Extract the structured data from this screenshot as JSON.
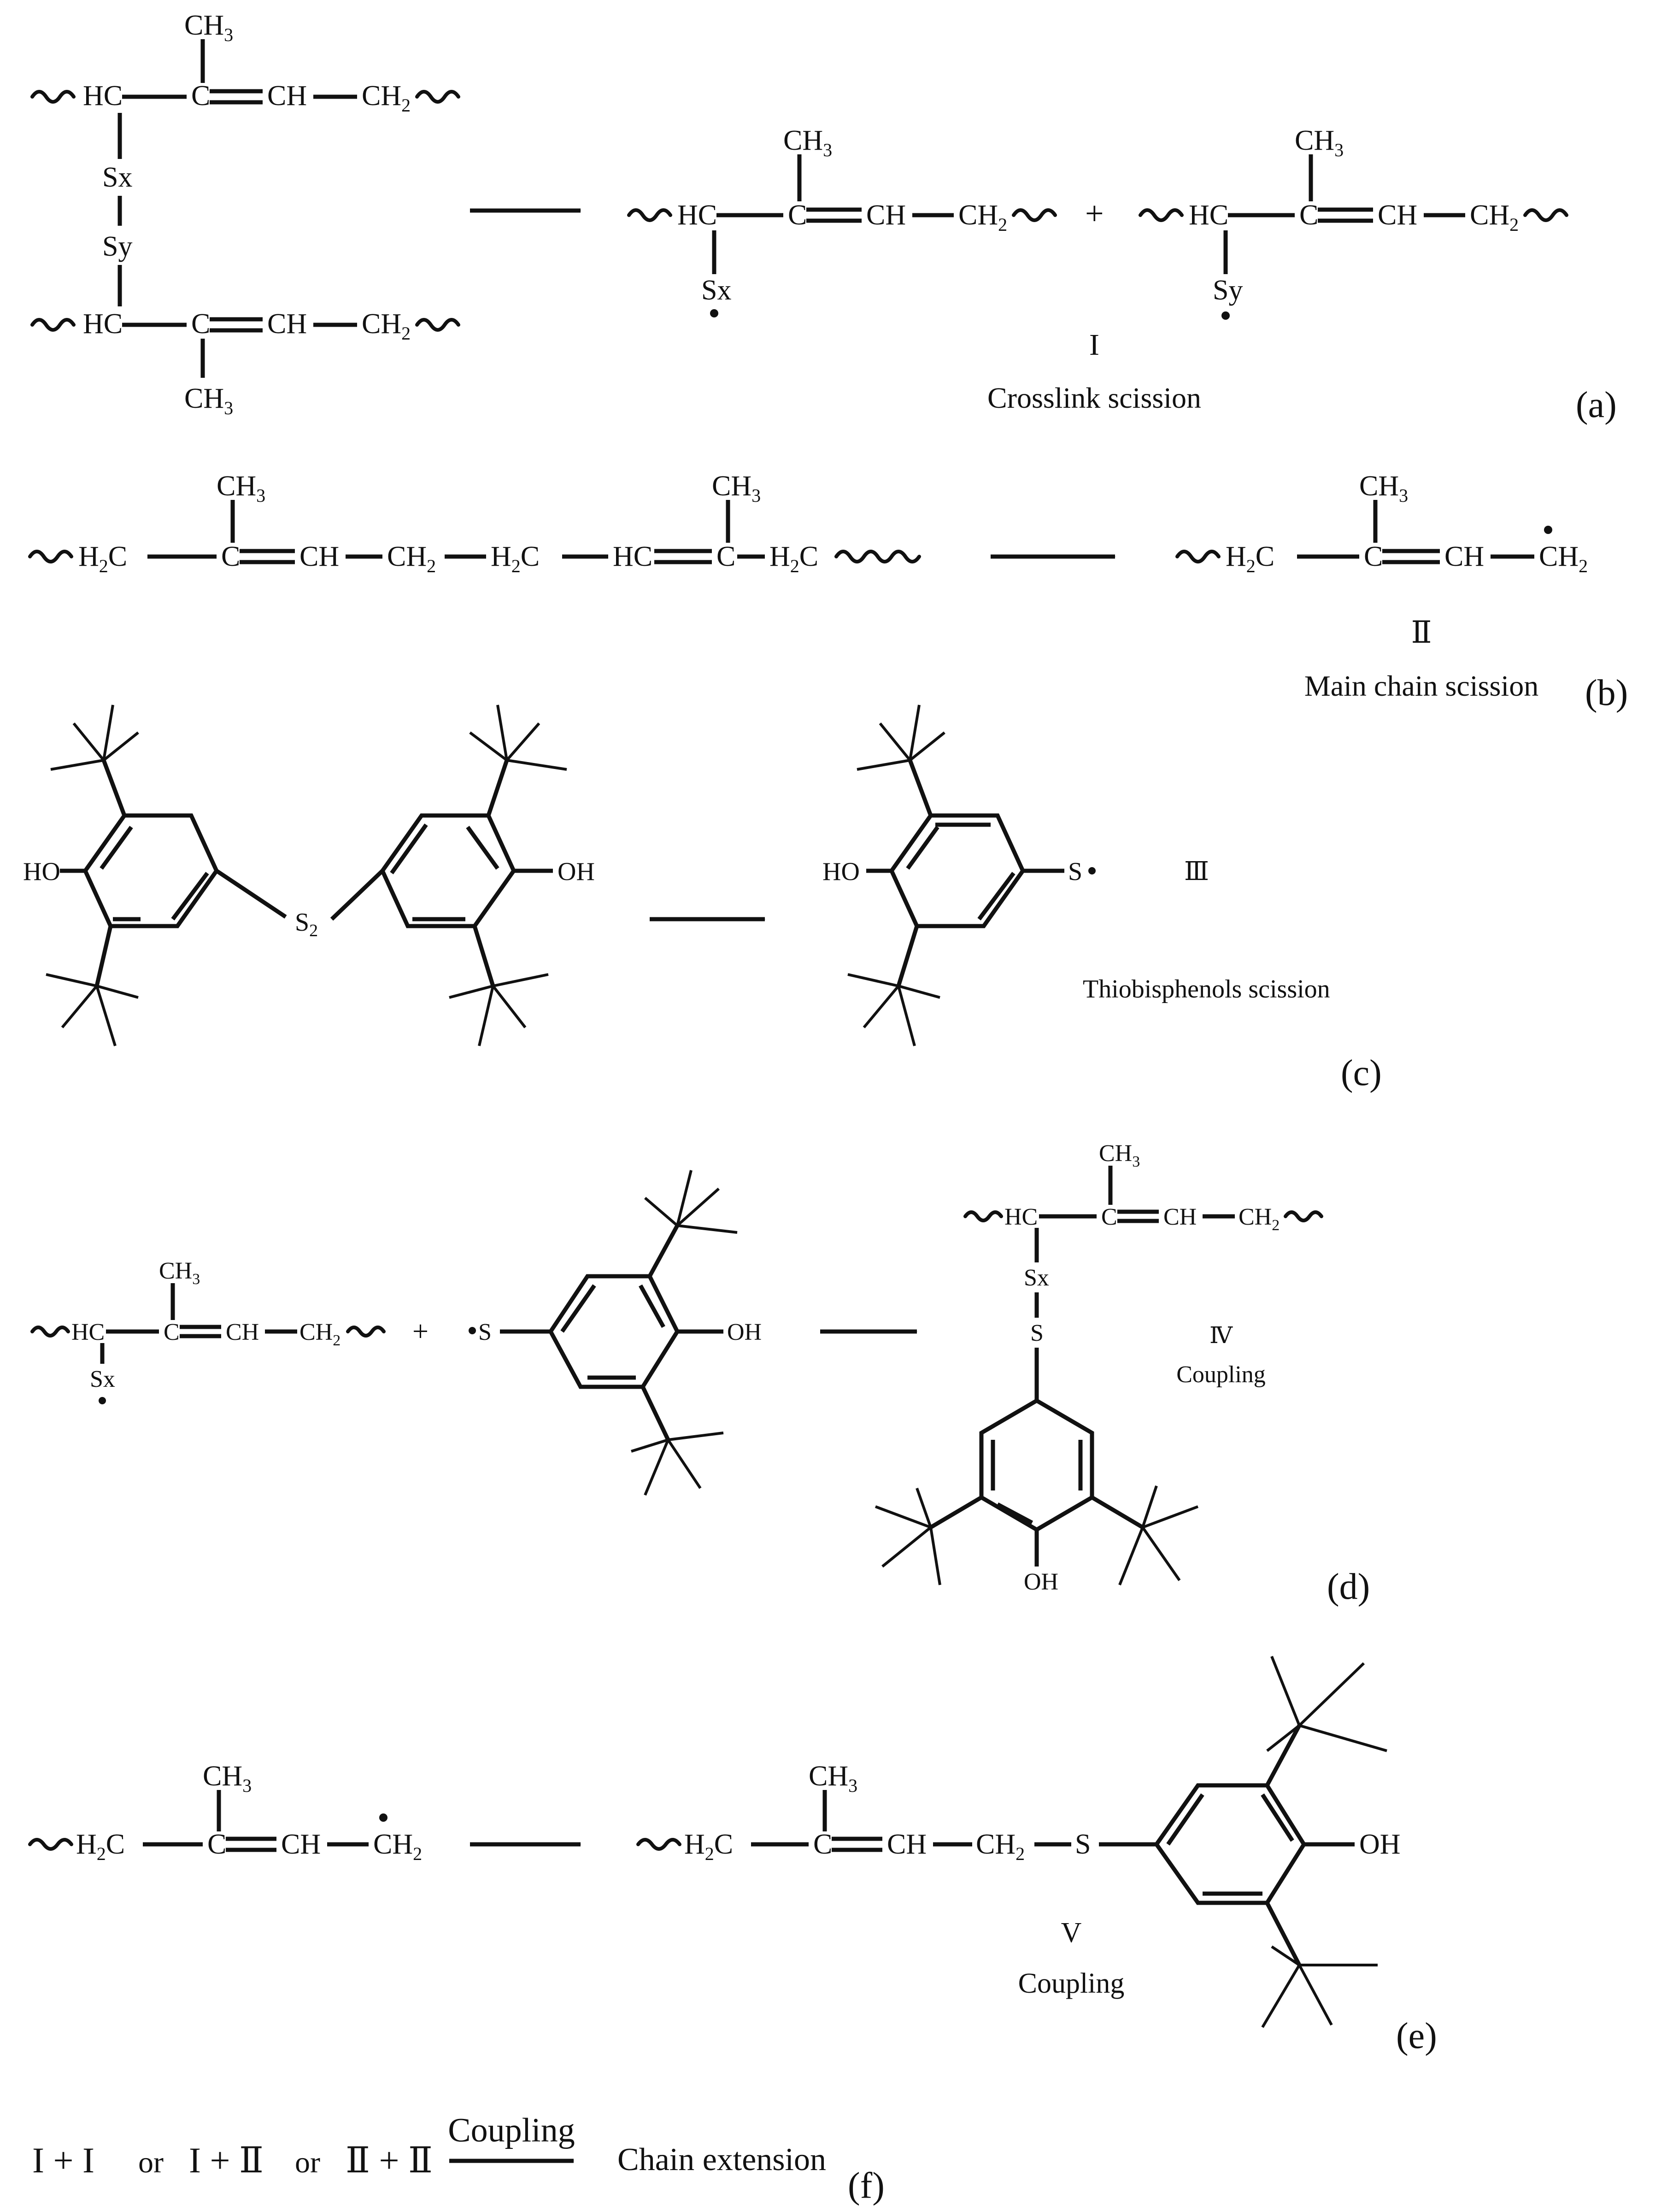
{
  "labels": {
    "ch3": "CH",
    "hc": "HC",
    "c": "C",
    "ch": "CH",
    "ch2": "CH",
    "h2c": "H",
    "hc2": "HC",
    "sx": "Sx",
    "sy": "Sy",
    "s": "S",
    "s2": "S",
    "oh": "OH",
    "ho": "HO",
    "sub2": "2",
    "sub3": "3",
    "plus": "+",
    "or": "or"
  },
  "products": {
    "I": "I",
    "II": "Ⅱ",
    "III": "Ⅲ",
    "IV": "Ⅳ",
    "V": "V"
  },
  "captions": {
    "a": "Crosslink scission",
    "b": "Main chain scission",
    "c": "Thiobisphenols scission",
    "d": "Coupling",
    "e": "Coupling"
  },
  "panel_tags": {
    "a": "(a)",
    "b": "(b)",
    "c": "(c)",
    "d": "(d)",
    "e": "(e)",
    "f": "(f)"
  },
  "equation_f": {
    "term1": "I + I",
    "term2": "I + Ⅱ",
    "term3": "Ⅱ + Ⅱ",
    "arrow_label": "Coupling",
    "result": "Chain extension"
  }
}
